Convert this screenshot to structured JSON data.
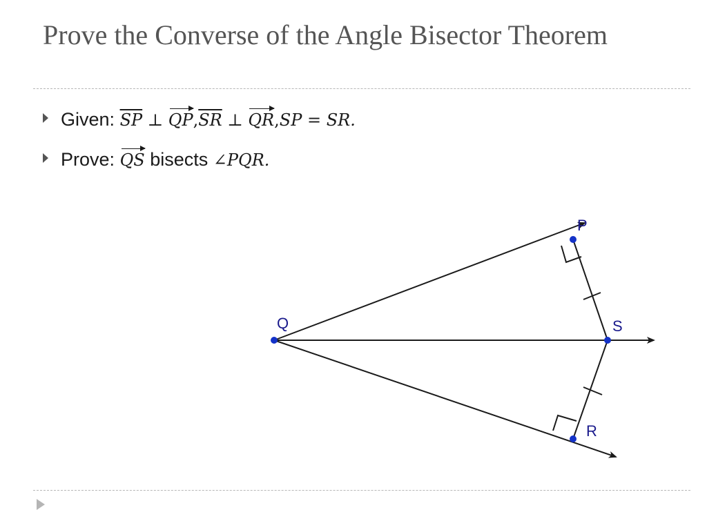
{
  "slide": {
    "title": "Prove the Converse of the Angle Bisector Theorem"
  },
  "bullets": {
    "given_lead": "Given:",
    "given_sp1": "SP",
    "given_perp1": "⊥",
    "given_qp": "QP",
    "given_comma1": ",",
    "given_sr1": "SR",
    "given_perp2": "⊥",
    "given_qr": "QR",
    "given_comma2": ",",
    "given_eq": "SP = SR.",
    "prove_lead": "Prove:",
    "prove_qs": "QS",
    "prove_text": "bisects",
    "prove_angle": "∠PQR."
  },
  "diagram": {
    "labels": {
      "P": "P",
      "Q": "Q",
      "S": "S",
      "R": "R"
    },
    "colors": {
      "line": "#1a1a1a",
      "point": "#1432c8",
      "label": "#1a1a8c"
    }
  }
}
